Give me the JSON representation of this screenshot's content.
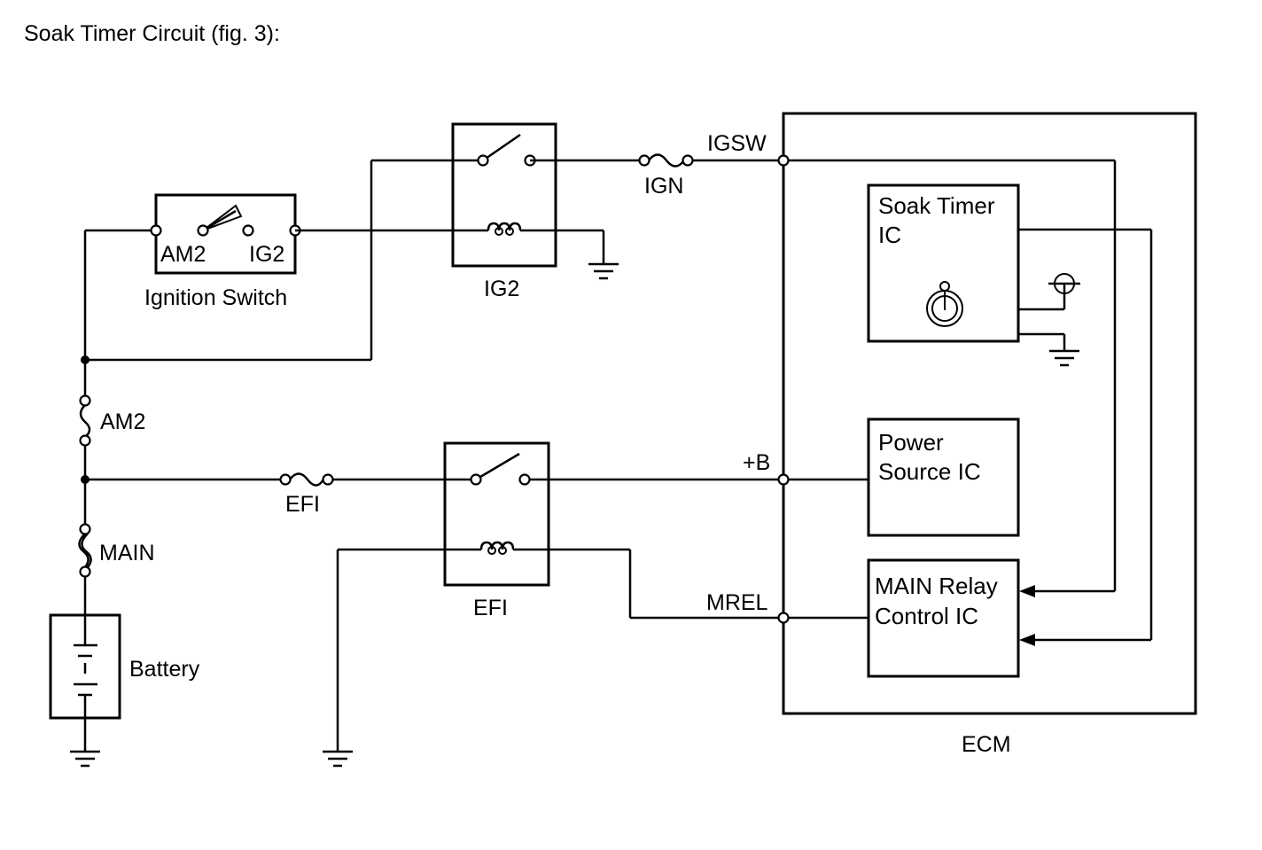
{
  "title": "Soak Timer Circuit (fig. 3):",
  "components": {
    "ignition_switch": {
      "label": "Ignition Switch",
      "terminal_left": "AM2",
      "terminal_right": "IG2"
    },
    "ig2_relay": {
      "label": "IG2"
    },
    "efi_relay": {
      "label": "EFI"
    },
    "fuse_ign": {
      "label": "IGN"
    },
    "fuse_am2": {
      "label": "AM2"
    },
    "fuse_efi": {
      "label": "EFI"
    },
    "fuse_main": {
      "label": "MAIN"
    },
    "battery": {
      "label": "Battery"
    }
  },
  "ecm": {
    "label": "ECM",
    "terminals": {
      "igsw": "IGSW",
      "plus_b": "+B",
      "mrel": "MREL"
    },
    "soak_timer_ic": {
      "line1": "Soak Timer",
      "line2": "IC"
    },
    "power_source_ic": {
      "line1": "Power",
      "line2": "Source IC"
    },
    "main_relay_ic": {
      "line1": "MAIN Relay",
      "line2": "Control IC"
    }
  },
  "icons": [
    "ground-icon",
    "relay-switch-icon",
    "relay-coil-icon",
    "fuse-icon",
    "fusible-link-icon",
    "battery-icon",
    "timer-icon",
    "backup-power-icon"
  ]
}
